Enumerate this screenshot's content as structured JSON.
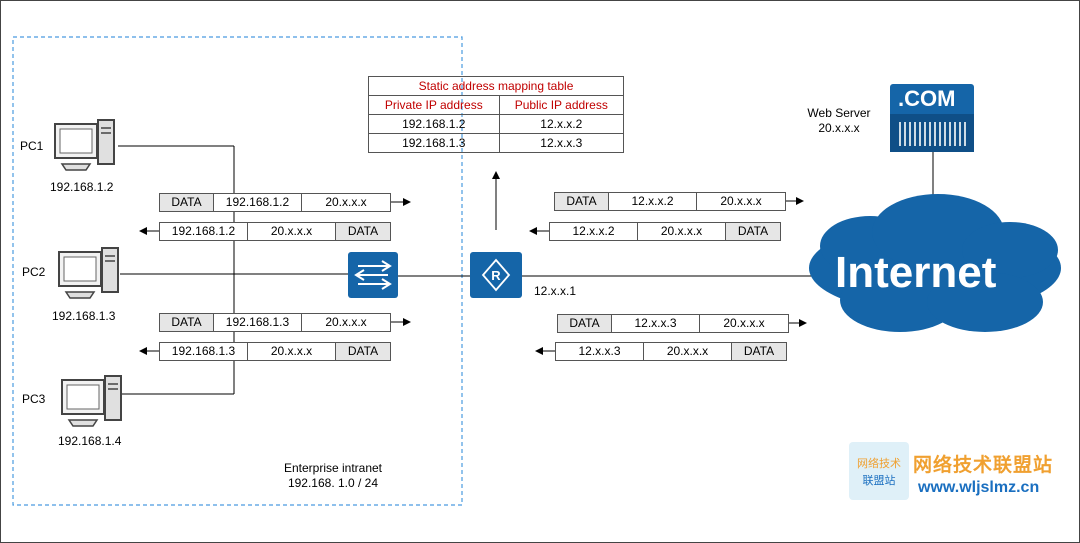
{
  "colors": {
    "accent_blue": "#1565a8",
    "table_header_red": "#c00000",
    "dashed_border": "#4a9be0",
    "data_cell_gray": "#e6e6e6"
  },
  "pcs": [
    {
      "name": "PC1",
      "ip": "192.168.1.2"
    },
    {
      "name": "PC2",
      "ip": "192.168.1.3"
    },
    {
      "name": "PC3",
      "ip": "192.168.1.4"
    }
  ],
  "intranet": {
    "title": "Enterprise intranet",
    "subnet": "192.168. 1.0 / 24"
  },
  "router": {
    "ip": "12.x.x.1"
  },
  "server": {
    "title": "Web Server",
    "ip": "20.x.x.x",
    "badge": ".COM"
  },
  "internet": {
    "label": "Internet"
  },
  "mapping_table": {
    "title": "Static address mapping table",
    "headers": [
      "Private IP address",
      "Public IP address"
    ],
    "rows": [
      [
        "192.168.1.2",
        "12.x.x.2"
      ],
      [
        "192.168.1.3",
        "12.x.x.3"
      ]
    ]
  },
  "packets": {
    "left_1_out": [
      "DATA",
      "192.168.1.2",
      "20.x.x.x"
    ],
    "left_1_in": [
      "192.168.1.2",
      "20.x.x.x",
      "DATA"
    ],
    "left_2_out": [
      "DATA",
      "192.168.1.3",
      "20.x.x.x"
    ],
    "left_2_in": [
      "192.168.1.3",
      "20.x.x.x",
      "DATA"
    ],
    "right_1_out": [
      "DATA",
      "12.x.x.2",
      "20.x.x.x"
    ],
    "right_1_in": [
      "12.x.x.2",
      "20.x.x.x",
      "DATA"
    ],
    "right_2_out": [
      "DATA",
      "12.x.x.3",
      "20.x.x.x"
    ],
    "right_2_in": [
      "12.x.x.3",
      "20.x.x.x",
      "DATA"
    ]
  },
  "watermark": {
    "logo_text": "网络技术联盟站",
    "cn": "网络技术联盟站",
    "url": "www.wljslmz.cn"
  }
}
